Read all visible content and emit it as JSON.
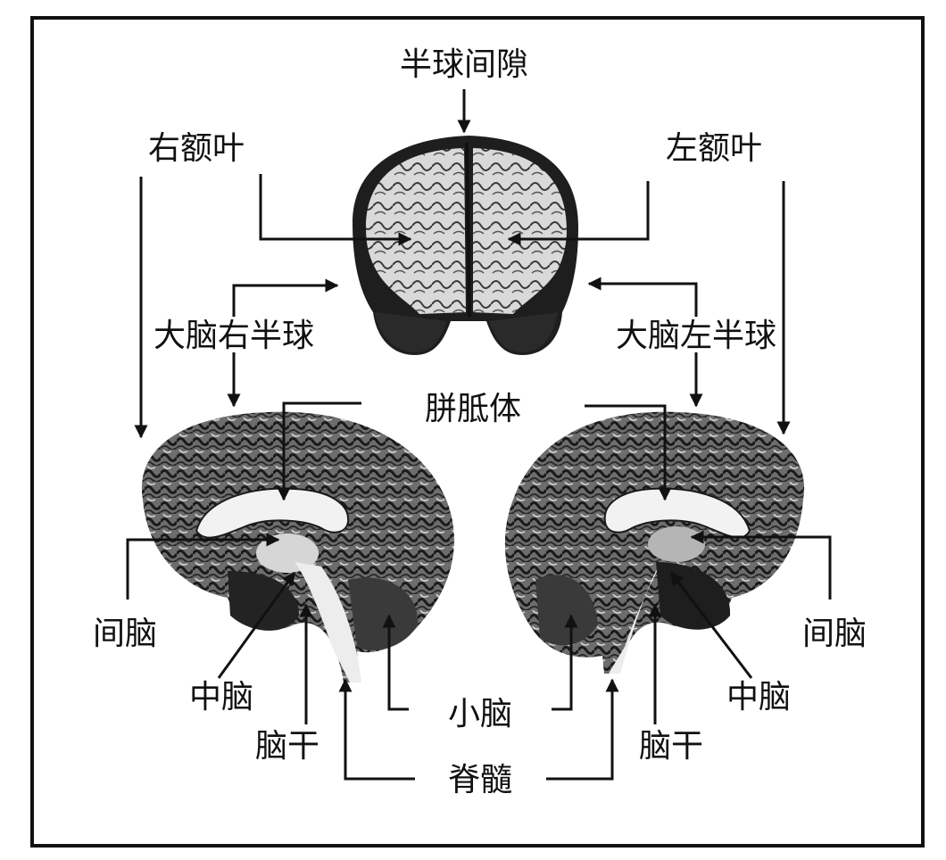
{
  "labels": {
    "hemispheric_fissure": "半球间隙",
    "right_frontal_lobe": "右额叶",
    "left_frontal_lobe": "左额叶",
    "right_hemisphere": "大脑右半球",
    "left_hemisphere": "大脑左半球",
    "corpus_callosum": "胼胝体",
    "diencephalon_left_panel": "间脑",
    "diencephalon_right_panel": "间脑",
    "midbrain_left_panel": "中脑",
    "midbrain_right_panel": "中脑",
    "brainstem_left_panel": "脑干",
    "brainstem_right_panel": "脑干",
    "cerebellum": "小脑",
    "spinal_cord": "脊髓"
  },
  "colors": {
    "line": "#111111",
    "frame": "#111111",
    "brain_dark": "#2b2b2b",
    "brain_mid": "#8a8a8a",
    "brain_light": "#e8e8e8"
  }
}
